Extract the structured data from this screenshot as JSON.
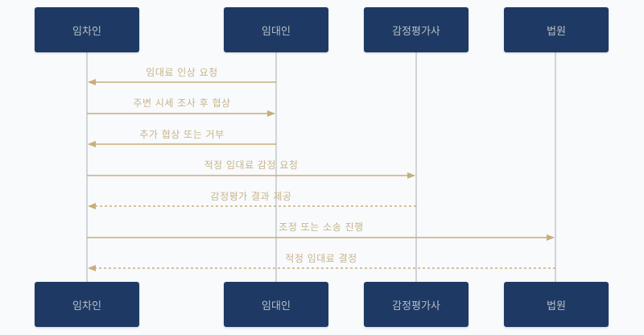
{
  "colors": {
    "background": "#f8fafc",
    "actor_fill": "#1e3a64",
    "actor_text": "#b9bec6",
    "lifeline": "#c3c6cc",
    "message": "#c8ae7c",
    "message_text": "#c8b48a"
  },
  "actors": [
    {
      "id": "tenant",
      "label": "임차인"
    },
    {
      "id": "landlord",
      "label": "임대인"
    },
    {
      "id": "appraiser",
      "label": "감정평가사"
    },
    {
      "id": "court",
      "label": "법원"
    }
  ],
  "messages": [
    {
      "from": "임대인",
      "to": "임차인",
      "label": "임대료 인상 요청",
      "style": "solid"
    },
    {
      "from": "임차인",
      "to": "임대인",
      "label": "주변 시세 조사 후 협상",
      "style": "solid"
    },
    {
      "from": "임대인",
      "to": "임차인",
      "label": "추가 협상 또는 거부",
      "style": "solid"
    },
    {
      "from": "임차인",
      "to": "감정평가사",
      "label": "적정 임대료 감정 요청",
      "style": "solid"
    },
    {
      "from": "감정평가사",
      "to": "임차인",
      "label": "감정평가 결과 제공",
      "style": "dashed"
    },
    {
      "from": "임차인",
      "to": "법원",
      "label": "조정 또는 소송 진행",
      "style": "solid"
    },
    {
      "from": "법원",
      "to": "임차인",
      "label": "적정 임대료 결정",
      "style": "dashed"
    }
  ]
}
